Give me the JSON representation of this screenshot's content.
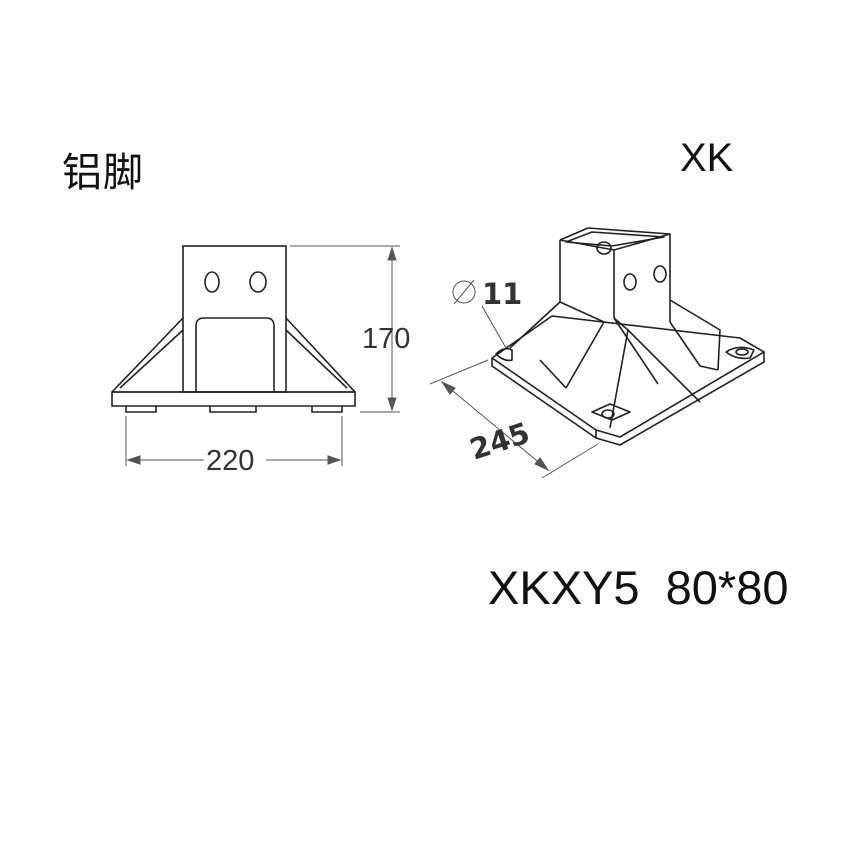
{
  "header": {
    "title_cn": "铝脚",
    "brand": "XK"
  },
  "dimensions": {
    "width": "220",
    "height": "170",
    "diagonal": "245",
    "hole_diameter": "11"
  },
  "model": {
    "code": "XKXY5  80*80"
  },
  "colors": {
    "line": "#222222",
    "dimension": "#555555"
  }
}
